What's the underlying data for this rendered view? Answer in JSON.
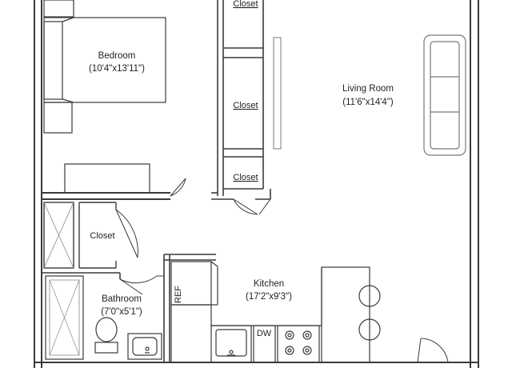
{
  "floorplan": {
    "rooms": {
      "bedroom": {
        "name": "Bedroom",
        "dimensions": "(10'4\"x13'11\")"
      },
      "living_room": {
        "name": "Living Room",
        "dimensions": "(11'6\"x14'4\")"
      },
      "kitchen": {
        "name": "Kitchen",
        "dimensions": "(17'2\"x9'3\")"
      },
      "bathroom": {
        "name": "Bathroom",
        "dimensions": "(7'0\"x5'1\")"
      },
      "closet_top": {
        "name": "Closet"
      },
      "closet_middle": {
        "name": "Closet"
      },
      "closet_small": {
        "name": "Closet"
      },
      "closet_hall": {
        "name": "Closet"
      }
    },
    "appliances": {
      "refrigerator": "REF",
      "dishwasher": "DW"
    },
    "colors": {
      "wall": "#3a3a3a",
      "fixture": "#777777",
      "background": "#ffffff"
    }
  }
}
